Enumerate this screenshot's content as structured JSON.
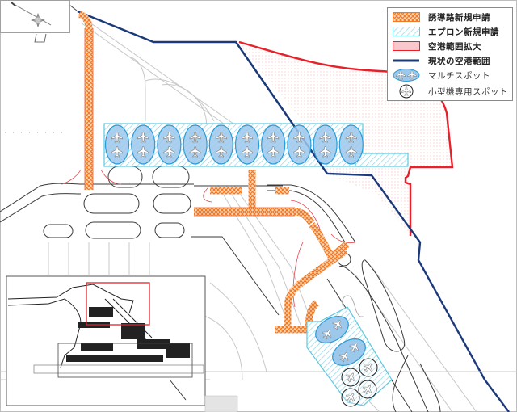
{
  "map": {
    "title": "空港計画図",
    "colors": {
      "taxiway_new": "#f07a28",
      "apron_new": "#5cc8e0",
      "airport_expansion": "#e8202a",
      "current_boundary": "#1c3a7a",
      "multi_spot_fill": "#9cc8ec",
      "multi_spot_stroke": "#2a9bd8",
      "small_spot_stroke": "#222222",
      "inset_highlight": "#e8202a"
    },
    "icons": {
      "compass": "compass-rose-icon",
      "aircraft": "airplane-icon"
    },
    "multi_spots_row_count": 10,
    "multi_spots_apron_count": 2,
    "small_spots_count": 4
  },
  "legend": {
    "items": [
      {
        "label": "誘導路新規申請",
        "swatch": "crosshatch-orange"
      },
      {
        "label": "エプロン新規申請",
        "swatch": "diagonal-cyan"
      },
      {
        "label": "空港範囲拡大",
        "swatch": "dotted-red"
      },
      {
        "label": "現状の空港範囲",
        "swatch": "line-navy"
      },
      {
        "label": "マルチスポット",
        "swatch": "multi-spot"
      },
      {
        "label": "小型機専用スポット",
        "swatch": "small-spot"
      }
    ]
  }
}
